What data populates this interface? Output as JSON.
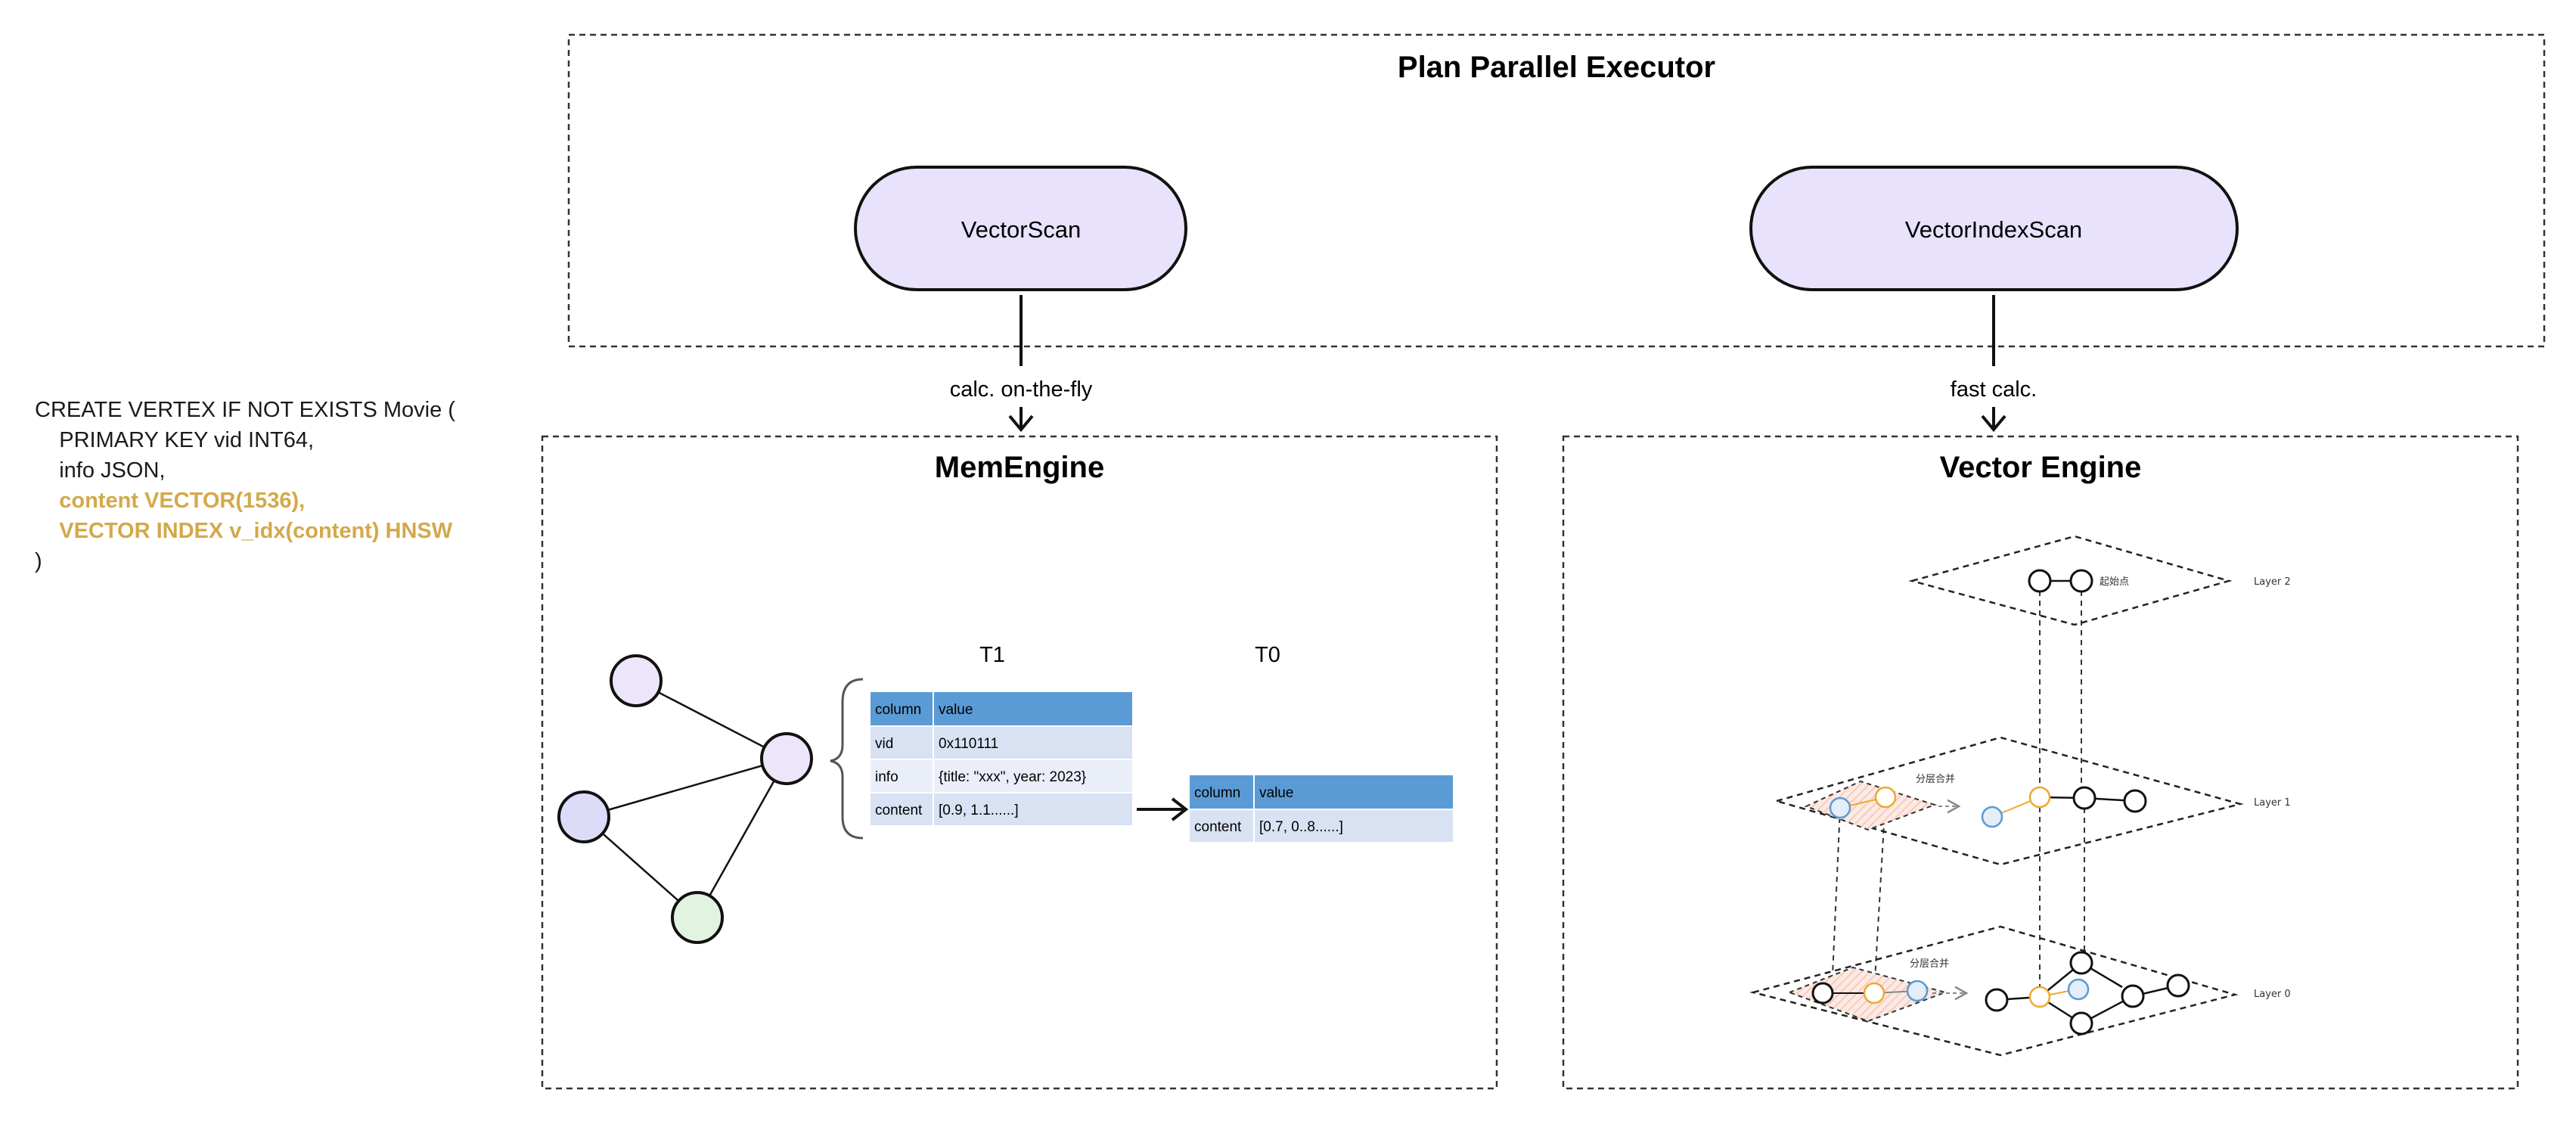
{
  "sql": {
    "line1": "CREATE VERTEX IF NOT EXISTS Movie (",
    "line2": "    PRIMARY KEY vid INT64,",
    "line3": "    info JSON,",
    "line4": "    content VECTOR(1536),",
    "line5": "    VECTOR INDEX v_idx(content) HNSW",
    "line6": ")"
  },
  "executor": {
    "title": "Plan Parallel Executor",
    "node_left": "VectorScan",
    "node_right": "VectorIndexScan"
  },
  "edges": {
    "left_label": "calc. on-the-fly",
    "right_label": "fast calc."
  },
  "memengine": {
    "title": "MemEngine",
    "t1_label": "T1",
    "t0_label": "T0",
    "t1_table": {
      "headers": [
        "column",
        "value"
      ],
      "rows": [
        [
          "vid",
          "0x110111"
        ],
        [
          "info",
          "{title: \"xxx\", year: 2023}"
        ],
        [
          "content",
          "[0.9, 1.1......]"
        ]
      ]
    },
    "t0_table": {
      "headers": [
        "column",
        "value"
      ],
      "rows": [
        [
          "content",
          "[0.7, 0..8......]"
        ]
      ]
    }
  },
  "vector_engine": {
    "title": "Vector Engine",
    "layer2": "Layer 2",
    "layer1": "Layer 1",
    "layer0": "Layer 0",
    "start_point": "起始点",
    "merge1": "分层合并",
    "merge0": "分层合并"
  },
  "colors": {
    "node_fill": "#e8e2fc",
    "table_header": "#5b9bd5",
    "table_row_dark": "#d9e2f3",
    "table_row_light": "#e9eef8",
    "highlight_text": "#d4a84a",
    "node_orange": "#f0a830",
    "node_blue": "#5b9bd5"
  }
}
